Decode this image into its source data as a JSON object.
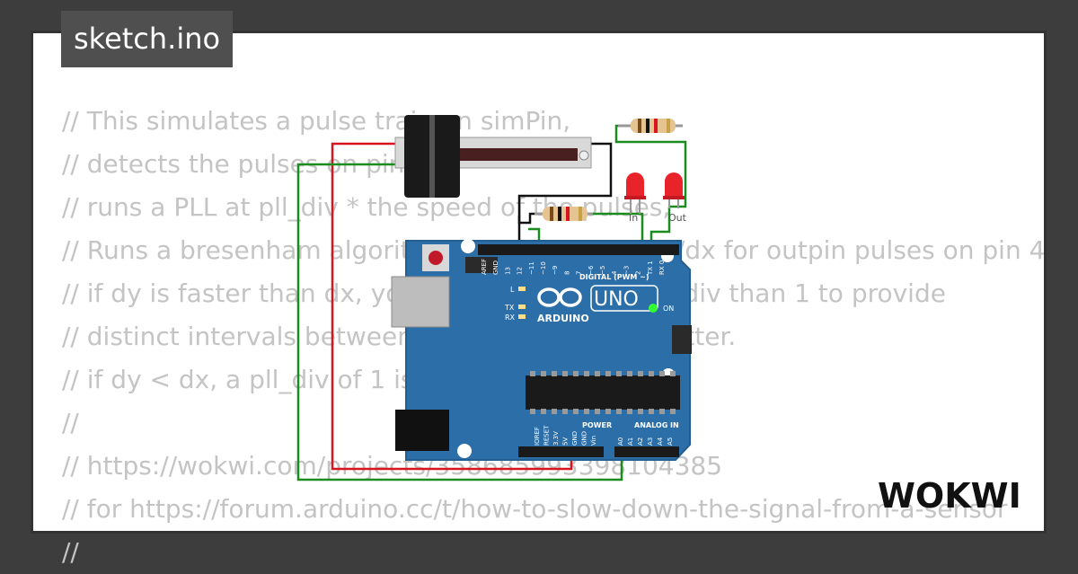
{
  "file_tab": {
    "name": "sketch.ino"
  },
  "code_lines": [
    "// This simulates a pulse train on simPin,",
    "// detects the pulses on pin 2,",
    "// runs a PLL at pll_div * the speed of the pulses,",
    "// Runs a bresenham algorithm on the ratio of dy/dx for outpin pulses on pin 4",
    "// if dy is faster than dx, you may need larger pll_div than 1 to provide",
    "// distinct intervals between pulses, for reduced jitter.",
    "// if dy < dx, a pll_div of 1 is ok.",
    "//",
    "// https://wokwi.com/projects/358685993398104385",
    "// for https://forum.arduino.cc/t/how-to-slow-down-the-signal-from-a-sensor",
    "//"
  ],
  "board": {
    "name": "ARDUINO",
    "model": "UNO",
    "digital_header": "DIGITAL (PWM ~)",
    "power_header": "POWER",
    "analog_header": "ANALOG IN",
    "digital_pins": [
      "AREF",
      "GND",
      "13",
      "12",
      "~11",
      "~10",
      "~9",
      "8",
      "7",
      "~6",
      "~5",
      "4",
      "~3",
      "2",
      "TX 1",
      "RX 0"
    ],
    "power_pins": [
      "IOREF",
      "RESET",
      "3.3V",
      "5V",
      "GND",
      "GND",
      "Vin"
    ],
    "analog_pins": [
      "A0",
      "A1",
      "A2",
      "A3",
      "A4",
      "A5"
    ],
    "indicators": [
      "L",
      "TX",
      "RX",
      "ON"
    ]
  },
  "leds": {
    "in_label": "In",
    "out_label": "Out"
  },
  "brand": {
    "logo_text": "WOKWI"
  },
  "colors": {
    "board": "#2b6ea8",
    "wire_red": "#d8141f",
    "wire_green": "#1a8d1e",
    "wire_black": "#111111",
    "led_on": "#33ff33",
    "led_red": "#e8232a"
  }
}
